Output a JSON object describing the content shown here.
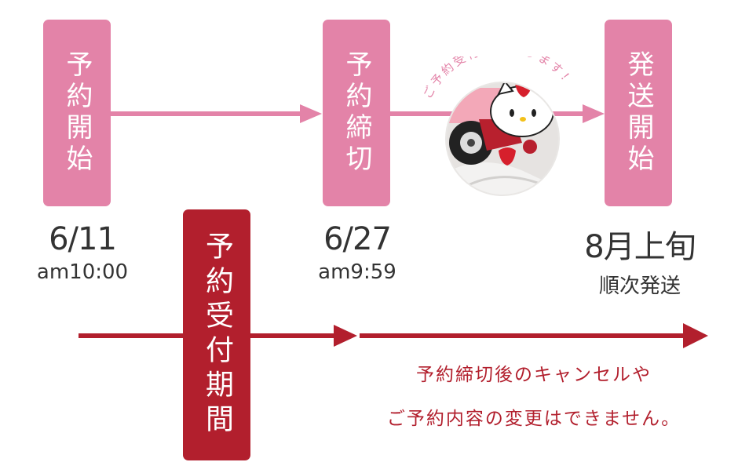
{
  "colors": {
    "pink": "#e383a8",
    "red": "#b21f2d",
    "text": "#333333"
  },
  "milestones": [
    {
      "label": "予約開始",
      "date": "6/11",
      "time": "am10:00"
    },
    {
      "label": "予約締切",
      "date": "6/27",
      "time": "am9:59"
    },
    {
      "label": "発送開始",
      "date": "8月上旬",
      "time": "順次発送"
    }
  ],
  "period": {
    "label": "予約受付期間"
  },
  "badge": {
    "text": "ご予約受付数を作ります！",
    "image": "hello-kitty-strawberry-product-photo"
  },
  "note": {
    "line1": "予約締切後のキャンセルや",
    "line2": "ご予約内容の変更はできません。"
  }
}
